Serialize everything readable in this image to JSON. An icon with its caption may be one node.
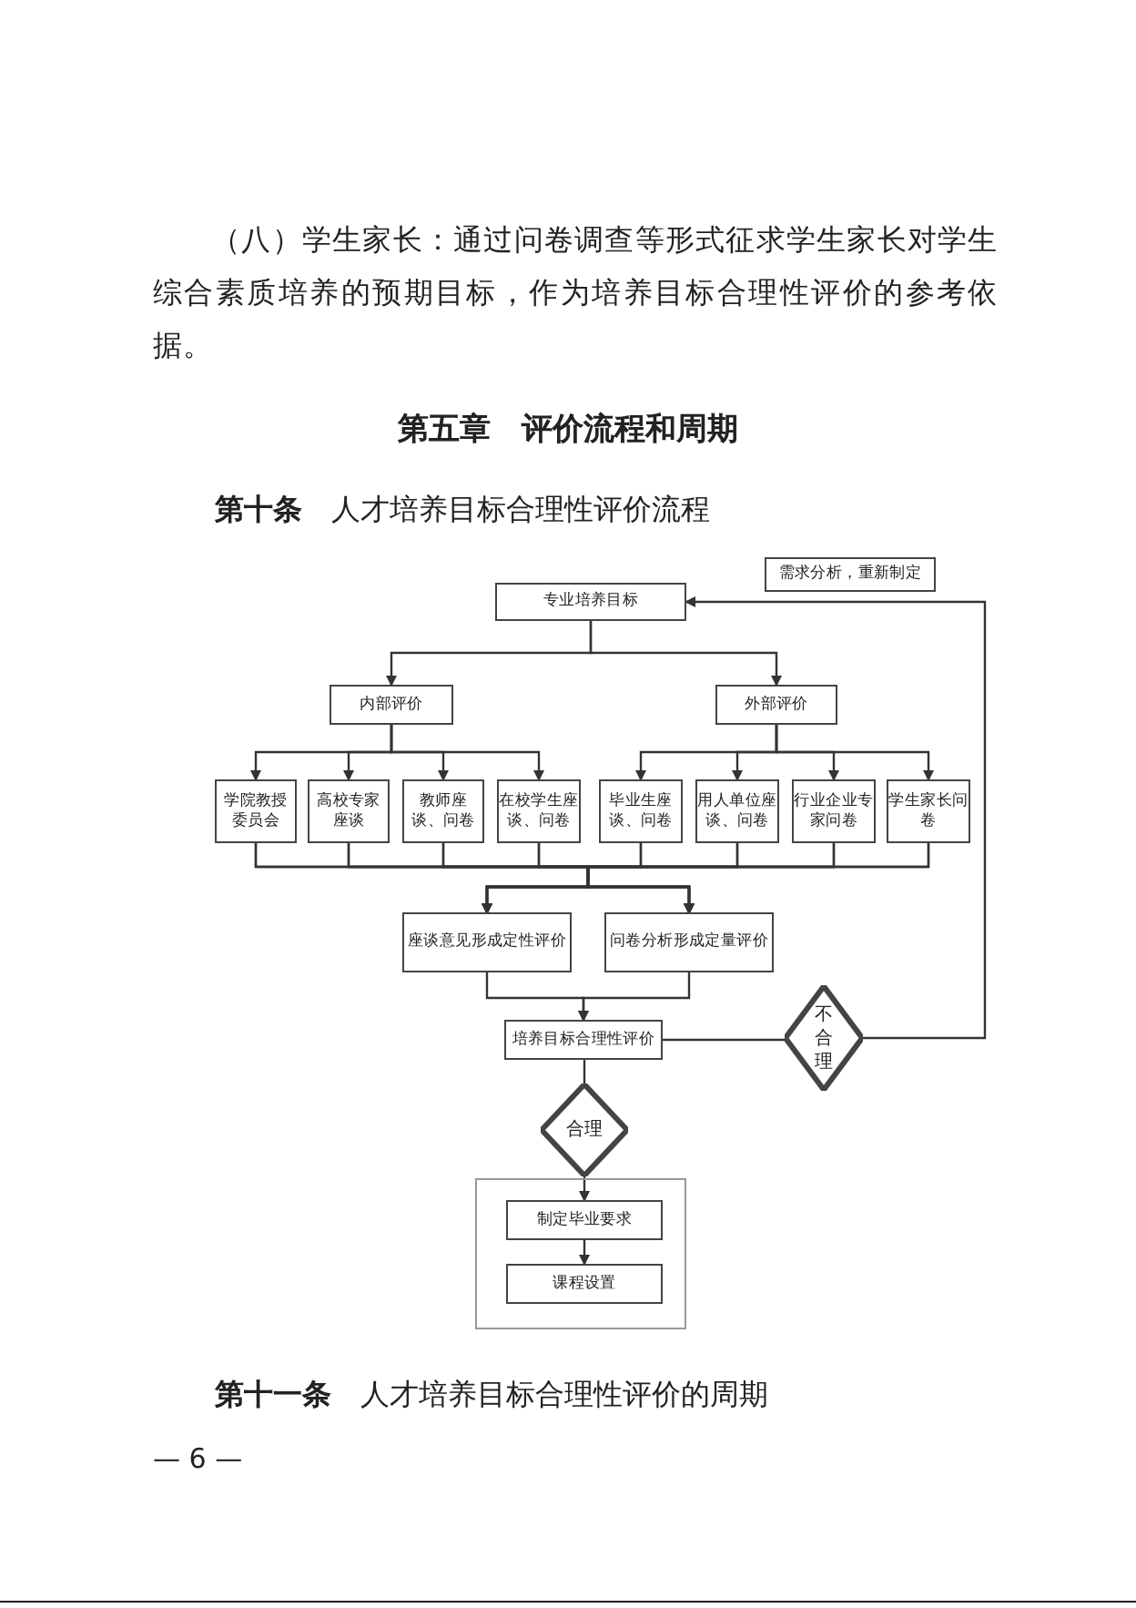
{
  "diagram": {
    "title": "第五章　评价流程和周期",
    "nodes": [
      {
        "text": [
          "专业培养目标"
        ]
      },
      {
        "text": [
          "内部评价"
        ]
      },
      {
        "text": [
          "外部评价"
        ]
      },
      {
        "text": [
          "学院教授委员会"
        ]
      },
      {
        "text": [
          "高校专家座谈"
        ]
      },
      {
        "text": [
          "教师座谈、问卷"
        ]
      },
      {
        "text": [
          "在校学生座谈、问卷"
        ]
      },
      {
        "text": [
          "毕业生座谈、问卷"
        ]
      },
      {
        "text": [
          "用人单位座谈、问卷"
        ]
      },
      {
        "text": [
          "行业企业专家问卷"
        ]
      },
      {
        "text": [
          "学生家长问卷"
        ]
      },
      {
        "text": [
          "座谈意见形成定性评价"
        ]
      },
      {
        "text": [
          "问卷分析形成定量评价"
        ]
      },
      {
        "text": [
          "培养目标合理性评价"
        ]
      },
      {
        "text": [
          "不合理"
        ]
      },
      {
        "text": [
          "合理"
        ]
      },
      {
        "text": [],
        "shape": "box"
      },
      {
        "text": [
          "制定毕业要求"
        ],
        "in": 16
      },
      {
        "text": [
          "课程设置"
        ],
        "in": 16
      },
      {
        "text": [
          "需求分析，重新制定"
        ]
      }
    ],
    "edges": [
      {
        "from": 0,
        "to": 1,
        "arrow": "to"
      },
      {
        "from": 0,
        "to": 2,
        "arrow": "to"
      },
      {
        "from": 1,
        "to": 3,
        "arrow": "to"
      },
      {
        "from": 1,
        "to": 4,
        "arrow": "to"
      },
      {
        "from": 1,
        "to": 5,
        "arrow": "to"
      },
      {
        "from": 1,
        "to": 6,
        "arrow": "to"
      },
      {
        "from": 2,
        "to": 7,
        "arrow": "to"
      },
      {
        "from": 2,
        "to": 8,
        "arrow": "to"
      },
      {
        "from": 2,
        "to": 9,
        "arrow": "to"
      },
      {
        "from": 2,
        "to": 10,
        "arrow": "to"
      },
      {
        "from": 3,
        "to": 11,
        "arrow": "to"
      },
      {
        "from": 4,
        "to": 11,
        "arrow": "to"
      },
      {
        "from": 5,
        "to": 11,
        "arrow": "to"
      },
      {
        "from": 6,
        "to": 11,
        "arrow": "to"
      },
      {
        "from": 7,
        "to": 11,
        "arrow": "to"
      },
      {
        "from": 8,
        "to": 11,
        "arrow": "to"
      },
      {
        "from": 9,
        "to": 11,
        "arrow": "to"
      },
      {
        "from": 10,
        "to": 11,
        "arrow": "to"
      },
      {
        "from": 3,
        "to": 12,
        "arrow": "to"
      },
      {
        "from": 4,
        "to": 12,
        "arrow": "to"
      },
      {
        "from": 5,
        "to": 12,
        "arrow": "to"
      },
      {
        "from": 6,
        "to": 12,
        "arrow": "to"
      },
      {
        "from": 7,
        "to": 12,
        "arrow": "to"
      },
      {
        "from": 8,
        "to": 12,
        "arrow": "to"
      },
      {
        "from": 9,
        "to": 12,
        "arrow": "to"
      },
      {
        "from": 10,
        "to": 12,
        "arrow": "to"
      },
      {
        "from": 11,
        "to": 13,
        "arrow": "to"
      },
      {
        "from": 12,
        "to": 13,
        "arrow": "to"
      },
      {
        "from": 13,
        "to": 14,
        "arrow": "none"
      },
      {
        "from": 14,
        "to": 0,
        "arrow": "to"
      },
      {
        "from": 13,
        "to": 15,
        "arrow": "none"
      },
      {
        "from": 15,
        "to": 17,
        "arrow": "to"
      },
      {
        "from": 17,
        "to": 18,
        "arrow": "to"
      }
    ],
    "labels": [
      "（八）学生家长：通过问卷调查等形式征求学生家长对学生综合素质培养的预期目标，作为培养目标合理性评价的参考依据。",
      "**第十条**　人才培养目标合理性评价流程",
      "**第十一条**　人才培养目标合理性评价的周期",
      "— 6 —"
    ]
  }
}
